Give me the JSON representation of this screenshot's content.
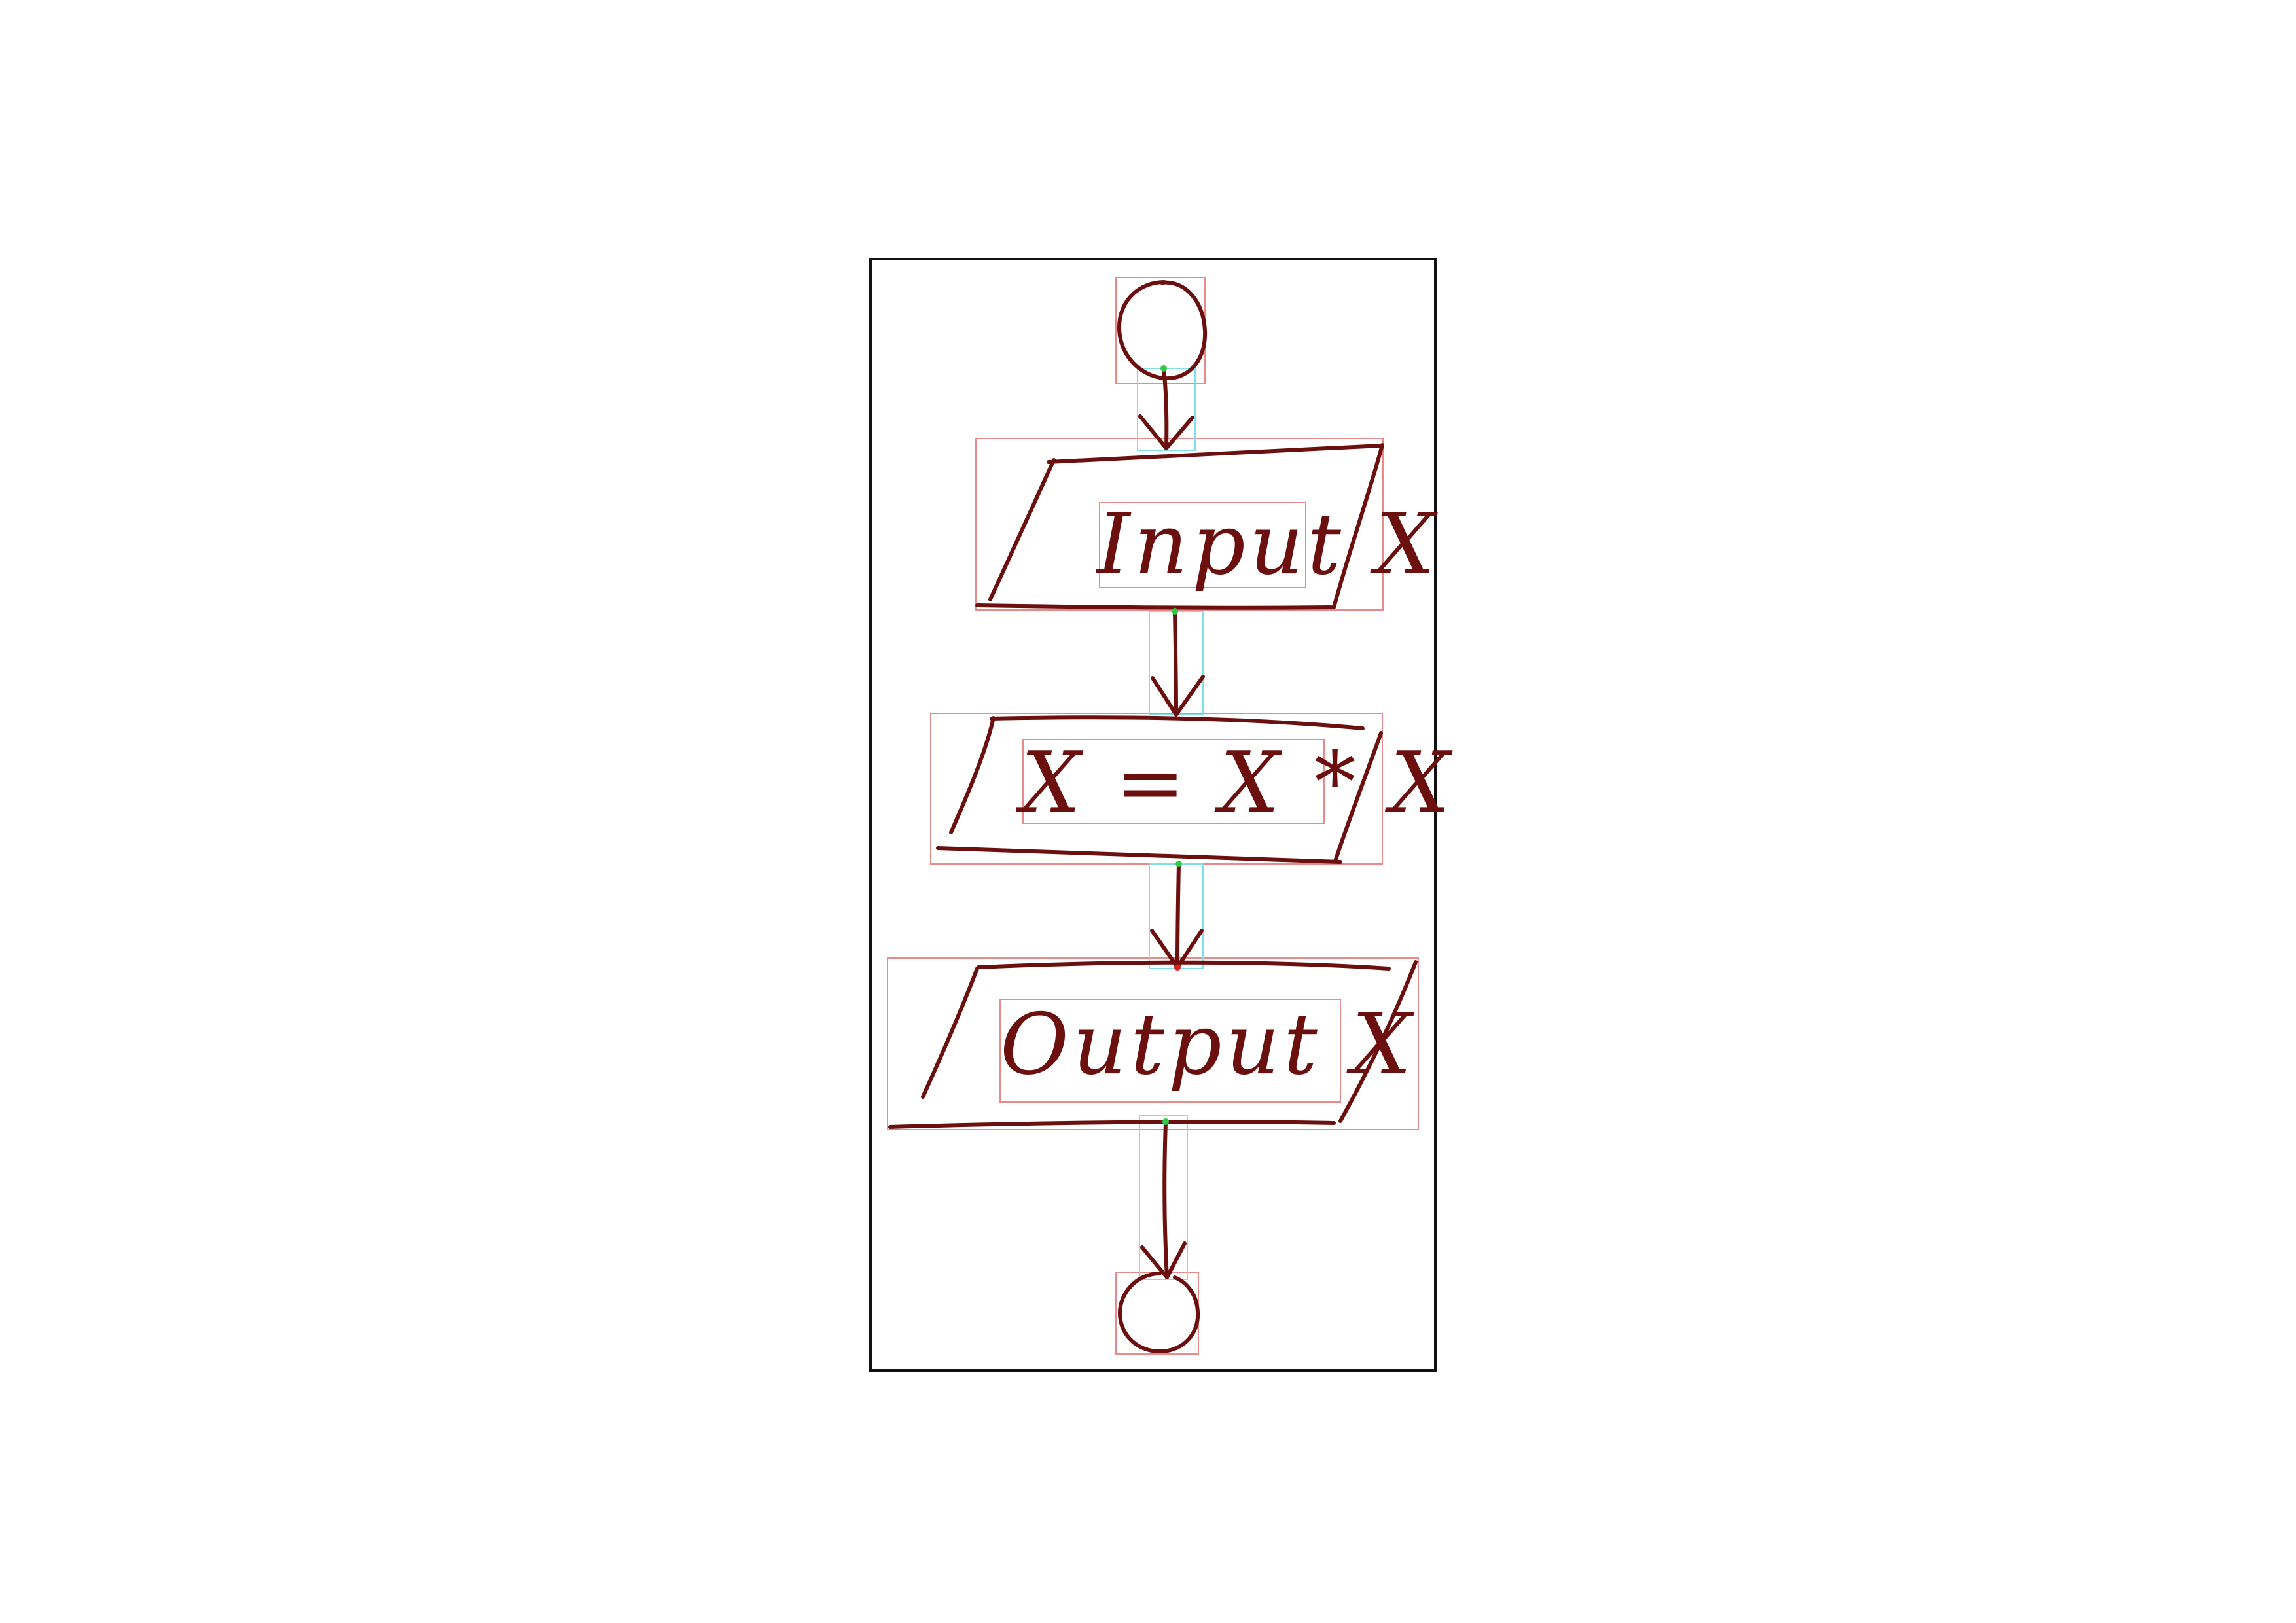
{
  "diagram": {
    "type": "flowchart",
    "nodes": [
      {
        "id": "start",
        "shape": "circle",
        "label": ""
      },
      {
        "id": "input",
        "shape": "parallelogram",
        "label": "Input X"
      },
      {
        "id": "process",
        "shape": "parallelogram",
        "label": "X = X * X"
      },
      {
        "id": "output",
        "shape": "parallelogram",
        "label": "Output X"
      },
      {
        "id": "end",
        "shape": "circle",
        "label": ""
      }
    ],
    "edges": [
      {
        "from": "start",
        "to": "input"
      },
      {
        "from": "input",
        "to": "process"
      },
      {
        "from": "process",
        "to": "output"
      },
      {
        "from": "output",
        "to": "end"
      }
    ]
  },
  "colors": {
    "ink": "#6b0f0f",
    "frame": "#111111",
    "bbox_node": "#e88a8a",
    "bbox_edge": "#7fe0e8",
    "endpoint_tail": "#2ecc40",
    "endpoint_head": "#e02020"
  }
}
